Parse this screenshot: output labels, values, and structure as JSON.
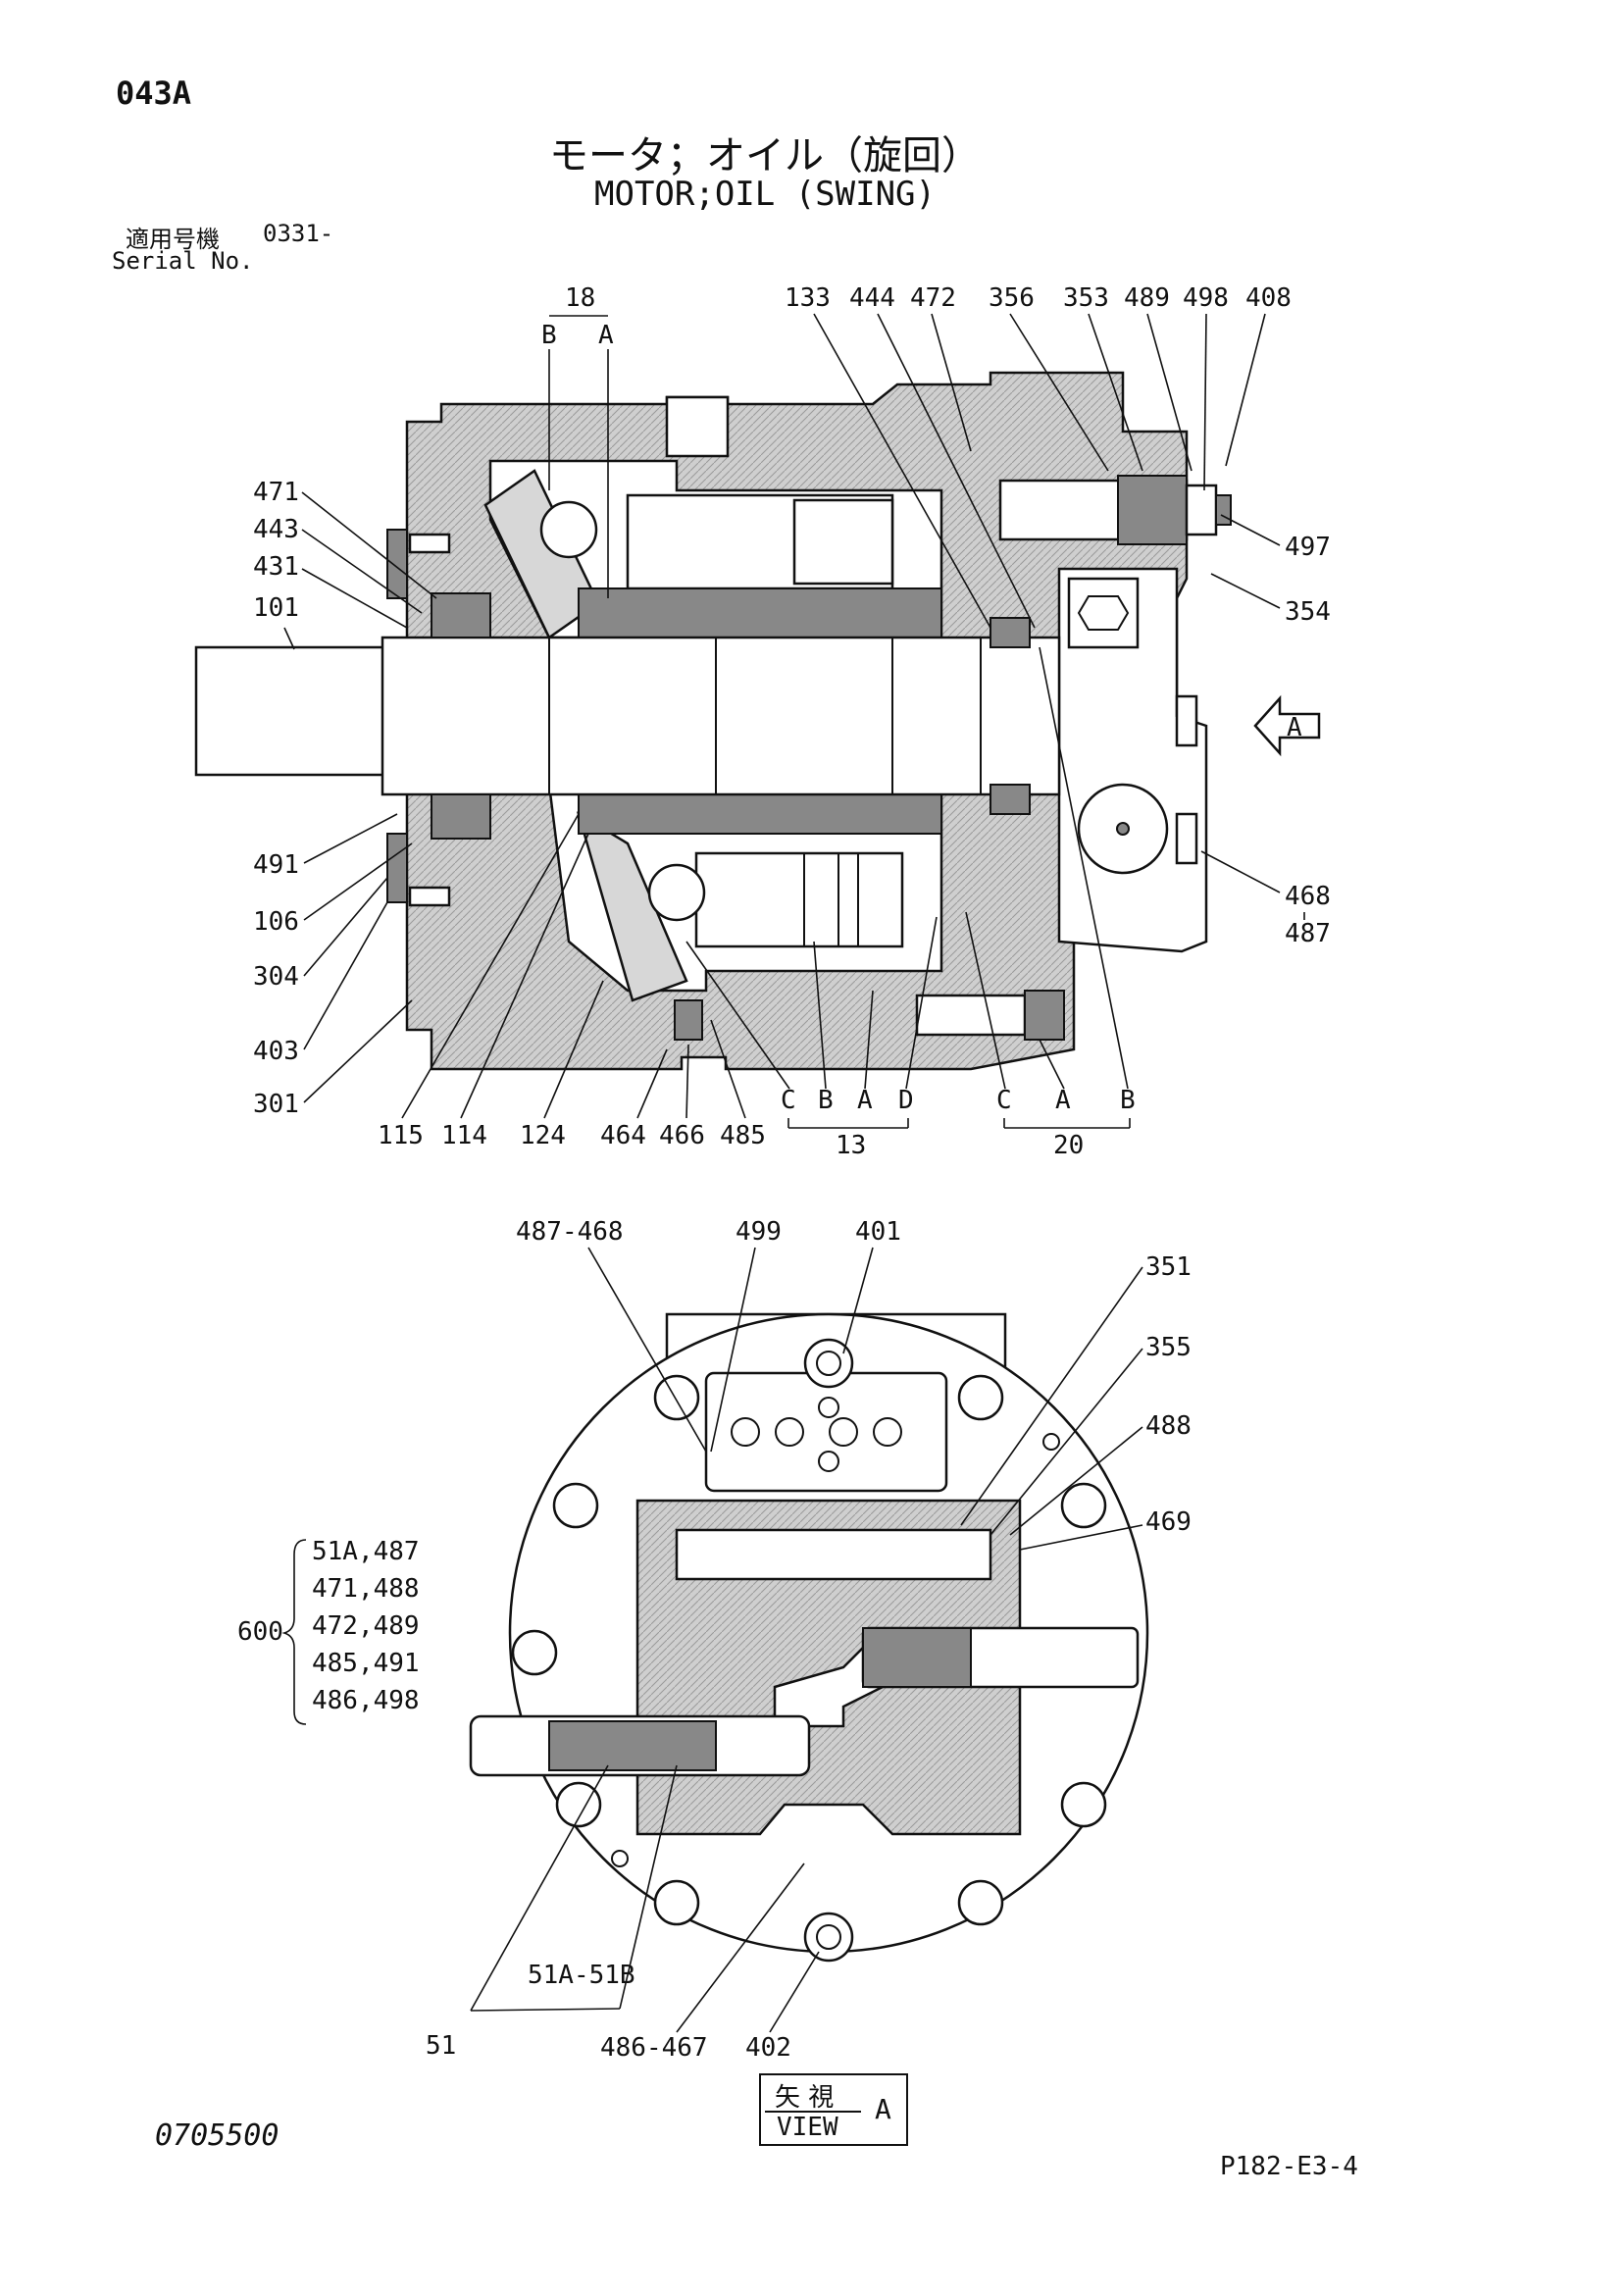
{
  "header": {
    "page_code": "043A",
    "title_jp": "モータ；オイル（旋回）",
    "title_en": "MOTOR;OIL (SWING)",
    "serial_label_jp": "適用号機",
    "serial_value": "0331-",
    "serial_label_en": "Serial No."
  },
  "footer": {
    "doc_number": "0705500",
    "page_ref": "P182-E3-4"
  },
  "view_marker": {
    "jp": "矢 視",
    "en": "VIEW",
    "letter": "A"
  },
  "upper_view": {
    "arrow_letter": "A",
    "labels": {
      "l18": "18",
      "l18b": "B",
      "l18a": "A",
      "l133": "133",
      "l444": "444",
      "l472": "472",
      "l356": "356",
      "l353": "353",
      "l489": "489",
      "l498": "498",
      "l408": "408",
      "l471": "471",
      "l443": "443",
      "l431": "431",
      "l101": "101",
      "l497": "497",
      "l354": "354",
      "l491": "491",
      "l106": "106",
      "l304": "304",
      "l403": "403",
      "l301": "301",
      "l468": "468",
      "l487": "487",
      "l115": "115",
      "l114": "114",
      "l124": "124",
      "l464": "464",
      "l466": "466",
      "l485": "485",
      "l13c": "C",
      "l13b": "B",
      "l13a": "A",
      "l13d": "D",
      "l13": "13",
      "l20c": "C",
      "l20a": "A",
      "l20b": "B",
      "l20": "20"
    }
  },
  "lower_view": {
    "labels": {
      "l487_468": "487-468",
      "l499": "499",
      "l401": "401",
      "l351": "351",
      "l355": "355",
      "l488": "488",
      "l469": "469",
      "l51": "51",
      "l51a_51b": "51A-51B",
      "l486_467": "486-467",
      "l402": "402"
    },
    "kit": {
      "number": "600",
      "lines": [
        "51A,487",
        "471,488",
        "472,489",
        "485,491",
        "486,498"
      ]
    }
  }
}
